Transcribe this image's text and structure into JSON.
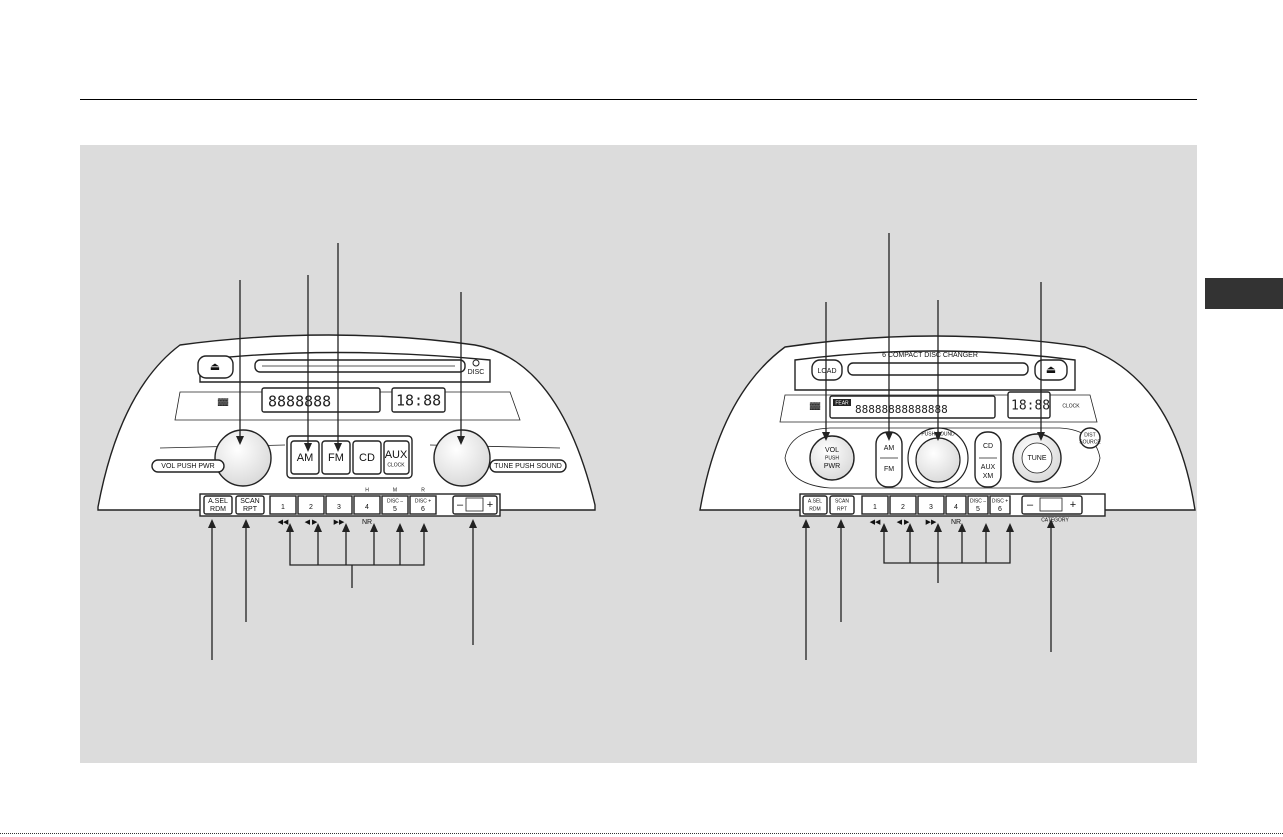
{
  "left_unit": {
    "labels": {
      "eject": "⏏",
      "disc_indicator": "DISC",
      "vol_pwr": "VOL PUSH PWR",
      "tune_sound": "TUNE PUSH SOUND",
      "am": "AM",
      "fm": "FM",
      "cd": "CD",
      "aux": "AUX",
      "aux_sub": "CLOCK",
      "asel": "A.SEL",
      "asel_sub": "RDM",
      "scan": "SCAN",
      "scan_sub": "RPT",
      "preset1": "1",
      "preset2": "2",
      "preset3": "3",
      "preset4": "4",
      "preset5": "5",
      "preset5_top": "DISC –",
      "preset6": "6",
      "preset6_top": "DISC +",
      "preset4_mark": "H",
      "preset5_mark": "M",
      "preset6_mark": "R",
      "minus": "–",
      "plus": "+",
      "nr": "NR",
      "rew": "◀◀",
      "skip": "◀ ▶",
      "ff": "▶▶",
      "clock": "18:88",
      "display_main": "8888888",
      "display_mini": "888"
    }
  },
  "right_unit": {
    "labels": {
      "changer_caption": "6 COMPACT DISC CHANGER",
      "load": "LOAD",
      "eject": "⏏",
      "vol_pwr_top": "VOL",
      "vol_pwr_mid": "PUSH",
      "vol_pwr_bot": "PWR",
      "push_sound": "PUSH SOUND",
      "am": "AM",
      "fm": "FM",
      "cd": "CD",
      "aux": "AUX",
      "xm": "XM",
      "tune": "TUNE",
      "dist": "DIST",
      "dist_sub": "SOURCE",
      "asel": "A.SEL",
      "asel_sub": "RDM",
      "scan": "SCAN",
      "scan_sub": "RPT",
      "preset1": "1",
      "preset2": "2",
      "preset3": "3",
      "preset4": "4",
      "preset5": "5",
      "preset5_top": "DISC –",
      "preset6": "6",
      "preset6_top": "DISC +",
      "minus": "–",
      "plus": "+",
      "category": "CATEGORY",
      "nr": "NR",
      "rew": "◀◀",
      "skip": "◀ ▶",
      "ff": "▶▶",
      "clock": "18:88",
      "display_main": "88888888888888",
      "clock_label": "CLOCK",
      "disp_mark": "FEAR"
    }
  }
}
